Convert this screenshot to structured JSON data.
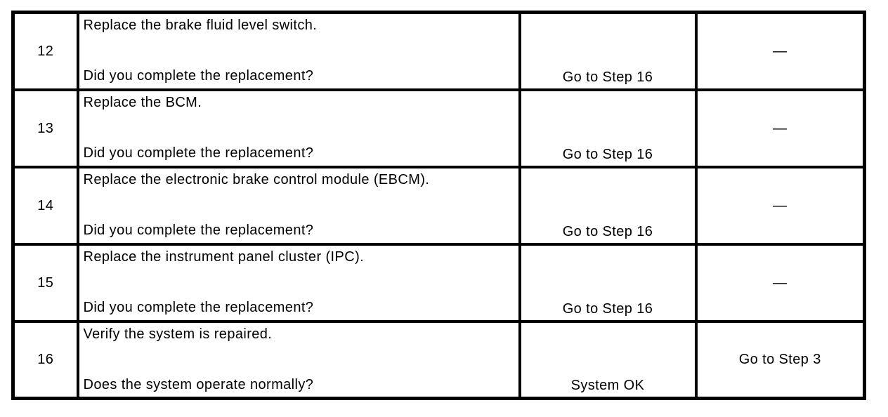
{
  "table": {
    "description": "diagnostic-step-table",
    "colors": {
      "border": "#000000",
      "background": "#ffffff",
      "text": "#000000"
    },
    "rows": [
      {
        "step": "12",
        "action": "Replace the brake fluid level switch.",
        "question": "Did you complete the replacement?",
        "yes": "Go to Step 16",
        "no": "—"
      },
      {
        "step": "13",
        "action": "Replace the BCM.",
        "question": "Did you complete the replacement?",
        "yes": "Go to Step 16",
        "no": "—"
      },
      {
        "step": "14",
        "action": "Replace the electronic brake control module (EBCM).",
        "question": "Did you complete the replacement?",
        "yes": "Go to Step 16",
        "no": "—"
      },
      {
        "step": "15",
        "action": "Replace the instrument panel cluster (IPC).",
        "question": "Did you complete the replacement?",
        "yes": "Go to Step 16",
        "no": "—"
      },
      {
        "step": "16",
        "action": "Verify the system is repaired.",
        "question": "Does the system operate normally?",
        "yes": "System OK",
        "no": "Go to Step 3"
      }
    ]
  }
}
